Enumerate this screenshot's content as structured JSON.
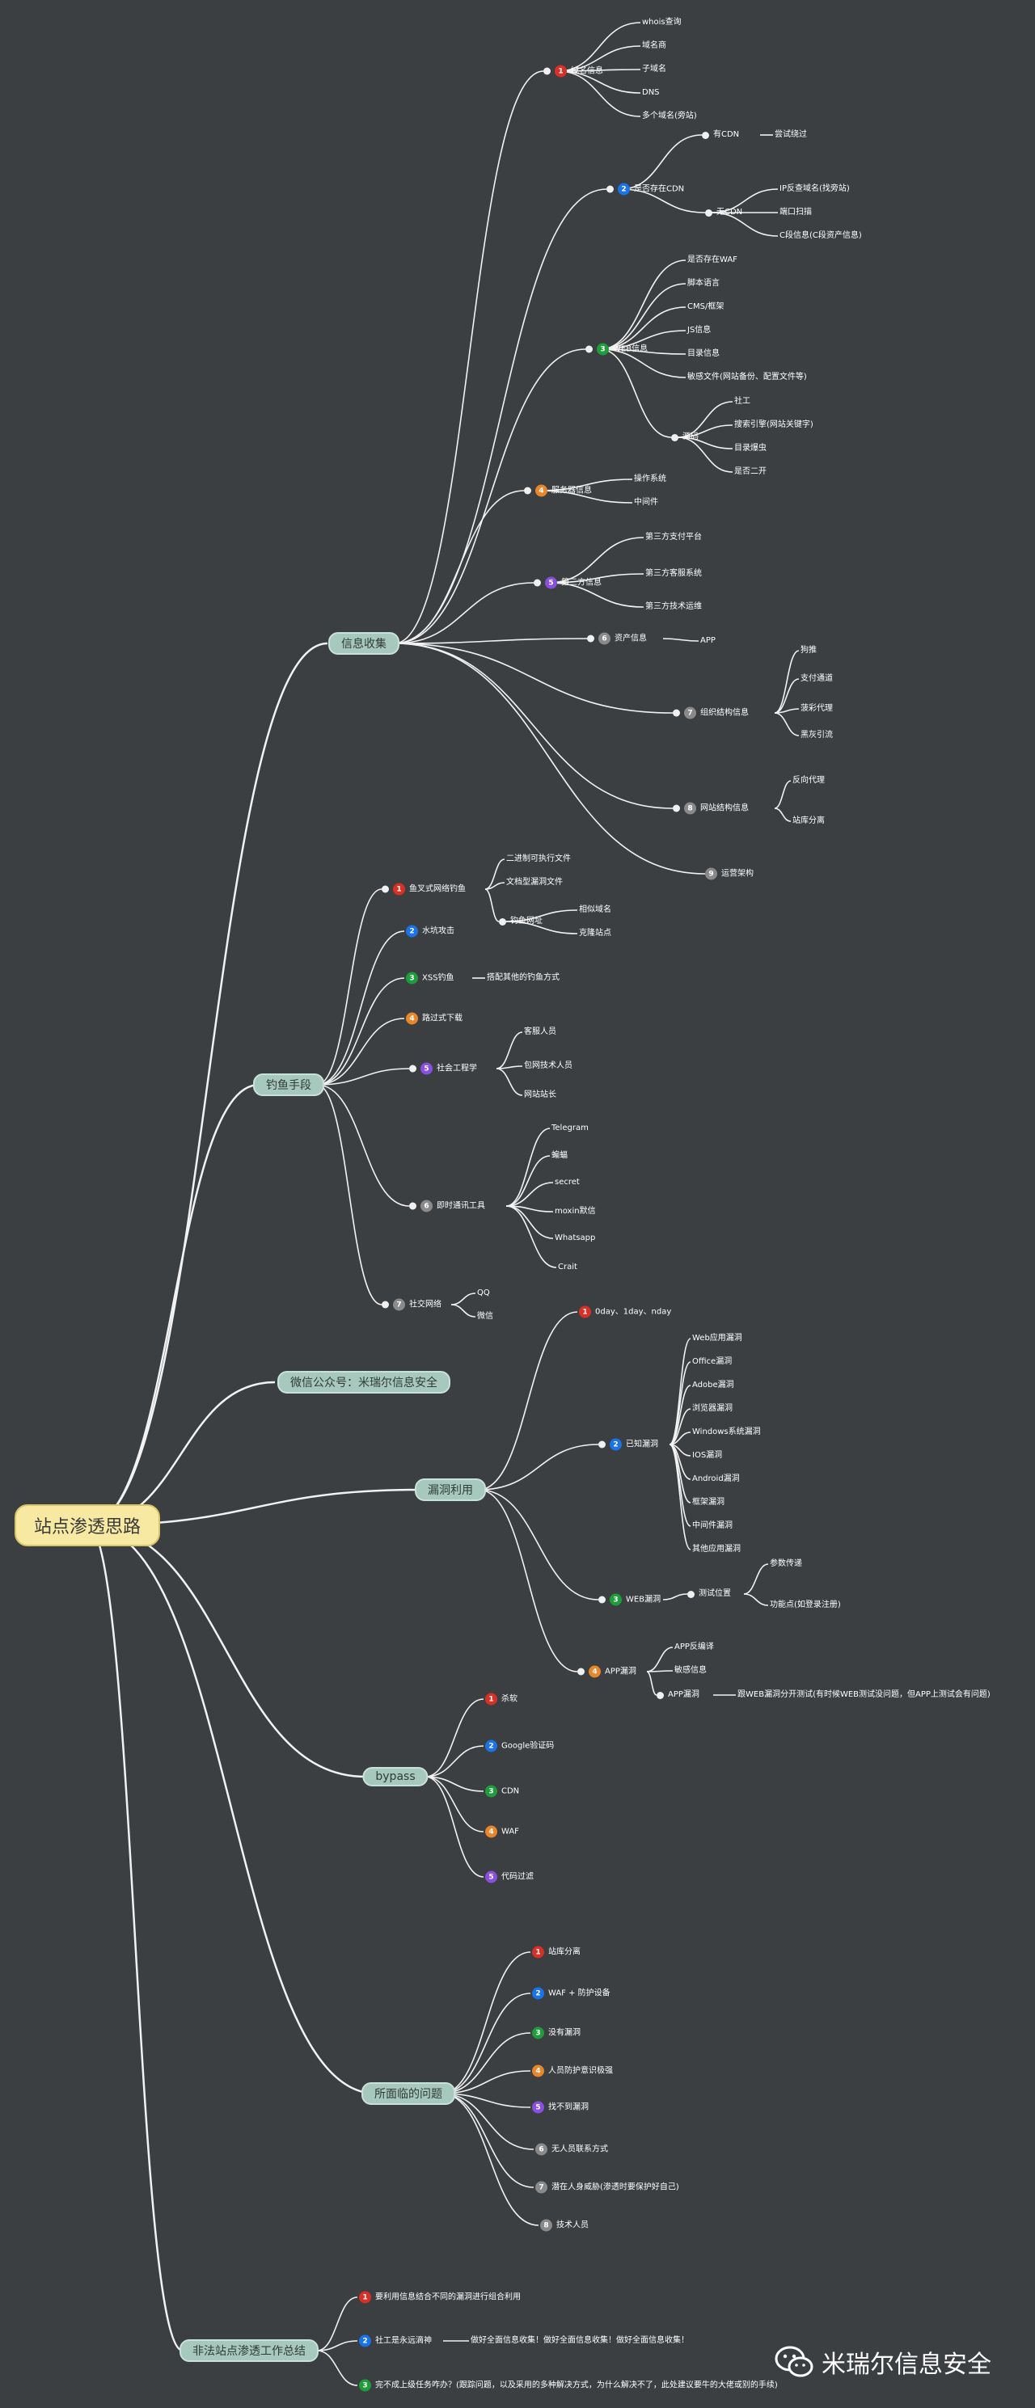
{
  "root": "站点渗透思路",
  "branches": {
    "info": "信息收集",
    "phish": "钓鱼手段",
    "wechat": "微信公众号：米瑞尔信息安全",
    "vuln": "漏洞利用",
    "bypass": "bypass",
    "problems": "所面临的问题",
    "summary": "非法站点渗透工作总结"
  },
  "info": {
    "domain": "域名信息",
    "domain_whois": "whois查询",
    "domain_reg": "域名商",
    "domain_sub": "子域名",
    "domain_dns": "DNS",
    "domain_multi": "多个域名(旁站)",
    "cdn": "是否存在CDN",
    "cdn_yes": "有CDN",
    "cdn_yes_tip": "尝试绕过",
    "cdn_no": "无CDN",
    "cdn_no_1": "IP反查域名(找旁站)",
    "cdn_no_2": "端口扫描",
    "cdn_no_3": "C段信息(C段资产信息)",
    "web": "WEB信息",
    "web_waf": "是否存在WAF",
    "web_lang": "脚本语言",
    "web_cms": "CMS/框架",
    "web_js": "JS信息",
    "web_dir": "目录信息",
    "web_sens": "敏感文件(网站备份、配置文件等)",
    "src": "源码",
    "src_1": "社工",
    "src_2": "搜索引擎(网站关键字)",
    "src_3": "目录爆虫",
    "src_4": "是否二开",
    "server": "服务器信息",
    "server_os": "操作系统",
    "server_mw": "中间件",
    "third": "第三方信息",
    "third_pay": "第三方支付平台",
    "third_cs": "第三方客服系统",
    "third_tech": "第三方技术运维",
    "asset": "资产信息",
    "asset_app": "APP",
    "org": "组织结构信息",
    "org_1": "狗推",
    "org_2": "支付通道",
    "org_3": "菠彩代理",
    "org_4": "黑灰引流",
    "arch": "网站结构信息",
    "arch_1": "反向代理",
    "arch_2": "站库分离",
    "ops": "运营架构"
  },
  "phish": {
    "fork": "鱼叉式网络钓鱼",
    "fork_1": "二进制可执行文件",
    "fork_2": "文档型漏洞文件",
    "fork_3": "钓鱼网址",
    "fork_3a": "相似域名",
    "fork_3b": "克隆站点",
    "water": "水坑攻击",
    "xss": "XSS钓鱼",
    "xss_tip": "搭配其他的钓鱼方式",
    "drive": "路过式下载",
    "social": "社会工程学",
    "social_1": "客服人员",
    "social_2": "包网技术人员",
    "social_3": "网站站长",
    "im": "即时通讯工具",
    "im_1": "Telegram",
    "im_2": "蝙蝠",
    "im_3": "secret",
    "im_4": "moxin默信",
    "im_5": "Whatsapp",
    "im_6": "Crait",
    "sns": "社交网络",
    "sns_1": "QQ",
    "sns_2": "微信"
  },
  "vuln": {
    "zero": "0day、1day、nday",
    "known": "已知漏洞",
    "k1": "Web应用漏洞",
    "k2": "Office漏洞",
    "k3": "Adobe漏洞",
    "k4": "浏览器漏洞",
    "k5": "Windows系统漏洞",
    "k6": "IOS漏洞",
    "k7": "Android漏洞",
    "k8": "框架漏洞",
    "k9": "中间件漏洞",
    "k10": "其他应用漏洞",
    "web": "WEB漏洞",
    "web_test": "测试位置",
    "web_t1": "参数传递",
    "web_t2": "功能点(如登录注册)",
    "app": "APP漏洞",
    "app_1": "APP反编译",
    "app_2": "敏感信息",
    "app_3": "APP漏洞",
    "app_3_tip": "跟WEB漏洞分开测试(有时候WEB测试没问题，但APP上测试会有问题)"
  },
  "bypass": {
    "b1": "杀软",
    "b2": "Google验证码",
    "b3": "CDN",
    "b4": "WAF",
    "b5": "代码过滤"
  },
  "problems": {
    "p1": "站库分离",
    "p2": "WAF + 防护设备",
    "p3": "没有漏洞",
    "p4": "人员防护意识极强",
    "p5": "找不到漏洞",
    "p6": "无人员联系方式",
    "p7": "潜在人身威胁(渗透时要保护好自己)",
    "p8": "技术人员"
  },
  "summary": {
    "s1": "要利用信息结合不同的漏洞进行组合利用",
    "s2": "社工是永远滴神",
    "s2_tip": "做好全面信息收集！做好全面信息收集！做好全面信息收集！",
    "s3": "完不成上级任务咋办？(跟踪问题，以及采用的多种解决方式，为什么解决不了，此处建议要牛的大佬或别的手续)"
  },
  "watermark": {
    "text": "米瑞尔信息安全",
    "icon": "wechat-icon"
  }
}
